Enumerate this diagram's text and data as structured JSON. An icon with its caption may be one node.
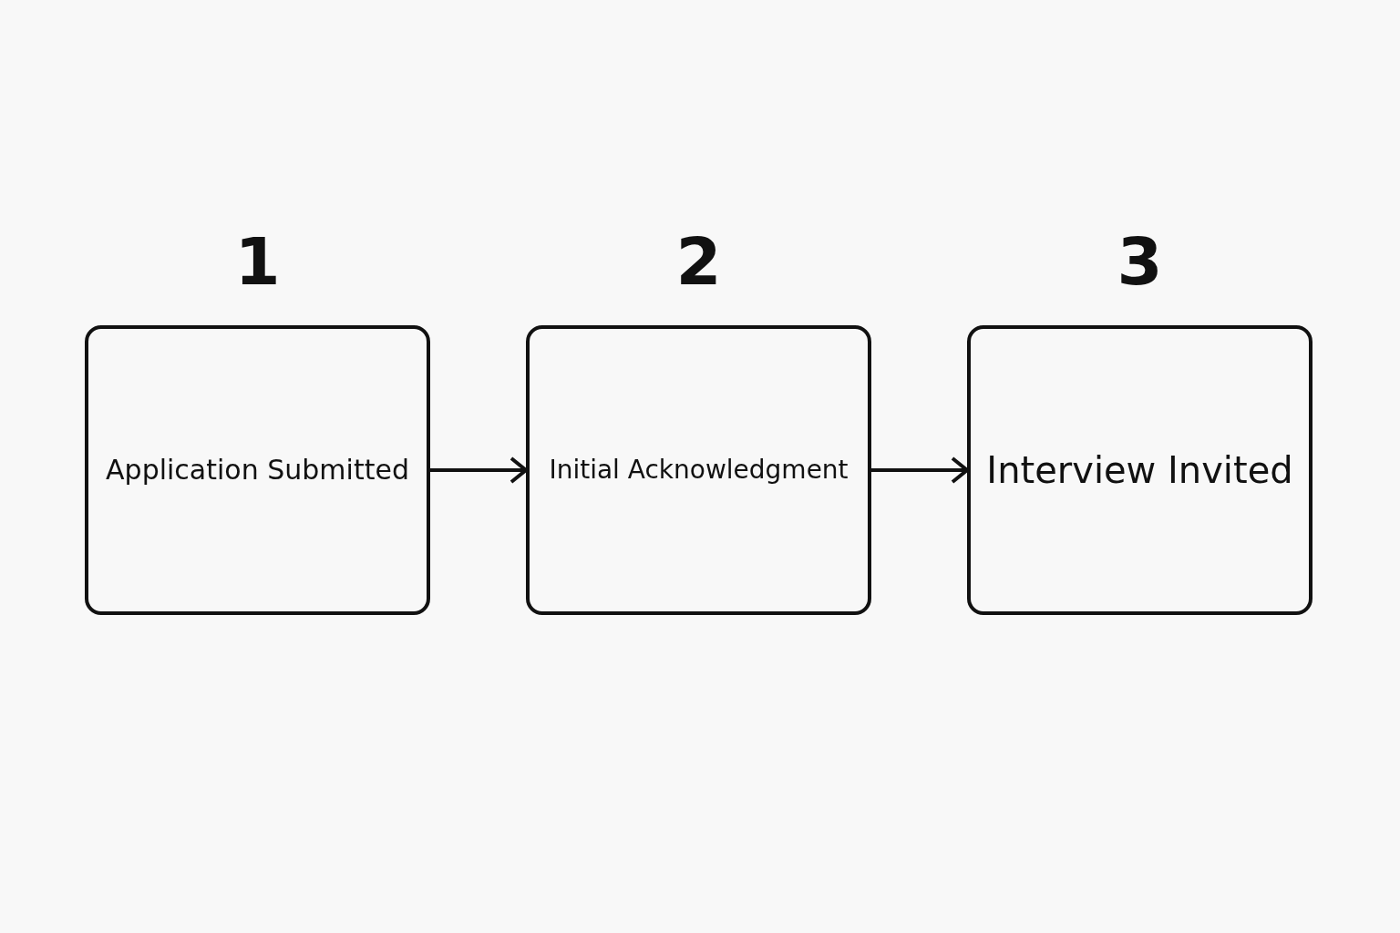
{
  "diagram": {
    "nodes": [
      {
        "text": [
          "1",
          "Application Submitted"
        ]
      },
      {
        "text": [
          "2",
          "Initial Acknowledgment"
        ]
      },
      {
        "text": [
          "3",
          "Interview Invited"
        ]
      }
    ],
    "edges": [
      {
        "from": 0,
        "to": 1,
        "arrow": "to"
      },
      {
        "from": 1,
        "to": 2,
        "arrow": "to"
      }
    ]
  }
}
